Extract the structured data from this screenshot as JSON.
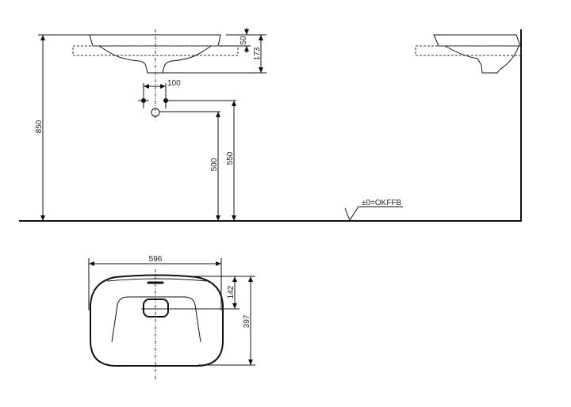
{
  "drawing": {
    "front_view": {
      "dimensions": {
        "total_height": "850",
        "rim_height": "50",
        "basin_depth": "173",
        "tap_spacing": "100",
        "tap_height": "550",
        "drain_height": "500"
      },
      "floor_reference": "±0=OKFFB"
    },
    "plan_view": {
      "dimensions": {
        "width": "596",
        "overflow_offset": "142",
        "depth": "397"
      }
    }
  }
}
